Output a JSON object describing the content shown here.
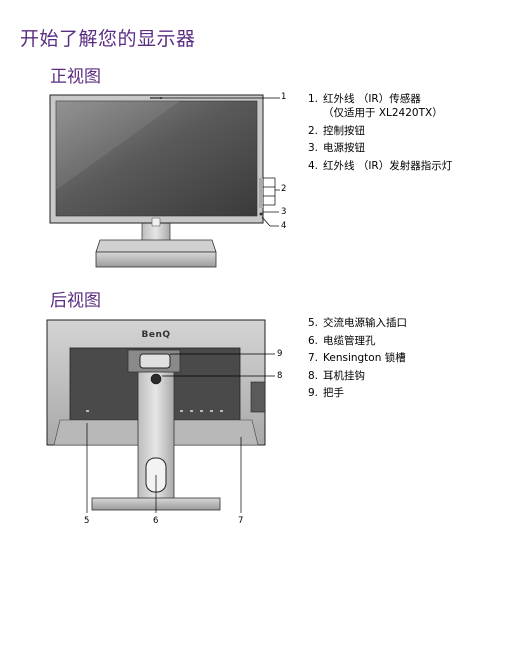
{
  "page": {
    "title": "开始了解您的显示器",
    "front_heading": "正视图",
    "back_heading": "后视图"
  },
  "front_items": [
    {
      "num": "1.",
      "text": "红外线 （IR）传感器\n（仅适用于 XL2420TX）"
    },
    {
      "num": "2.",
      "text": "控制按钮"
    },
    {
      "num": "3.",
      "text": "电源按钮"
    },
    {
      "num": "4.",
      "text": "红外线 （IR）发射器指示灯"
    }
  ],
  "back_items": [
    {
      "num": "5.",
      "text": "交流电源输入插口"
    },
    {
      "num": "6.",
      "text": "电缆管理孔"
    },
    {
      "num": "7.",
      "text": "Kensington 锁槽"
    },
    {
      "num": "8.",
      "text": "耳机挂钩"
    },
    {
      "num": "9.",
      "text": "把手"
    }
  ],
  "callouts": {
    "c1": "1",
    "c2": "2",
    "c3": "3",
    "c4": "4",
    "c5": "5",
    "c6": "6",
    "c7": "7",
    "c8": "8",
    "c9": "9"
  },
  "brand_logo": "BenQ",
  "colors": {
    "heading": "#5a2d82"
  }
}
